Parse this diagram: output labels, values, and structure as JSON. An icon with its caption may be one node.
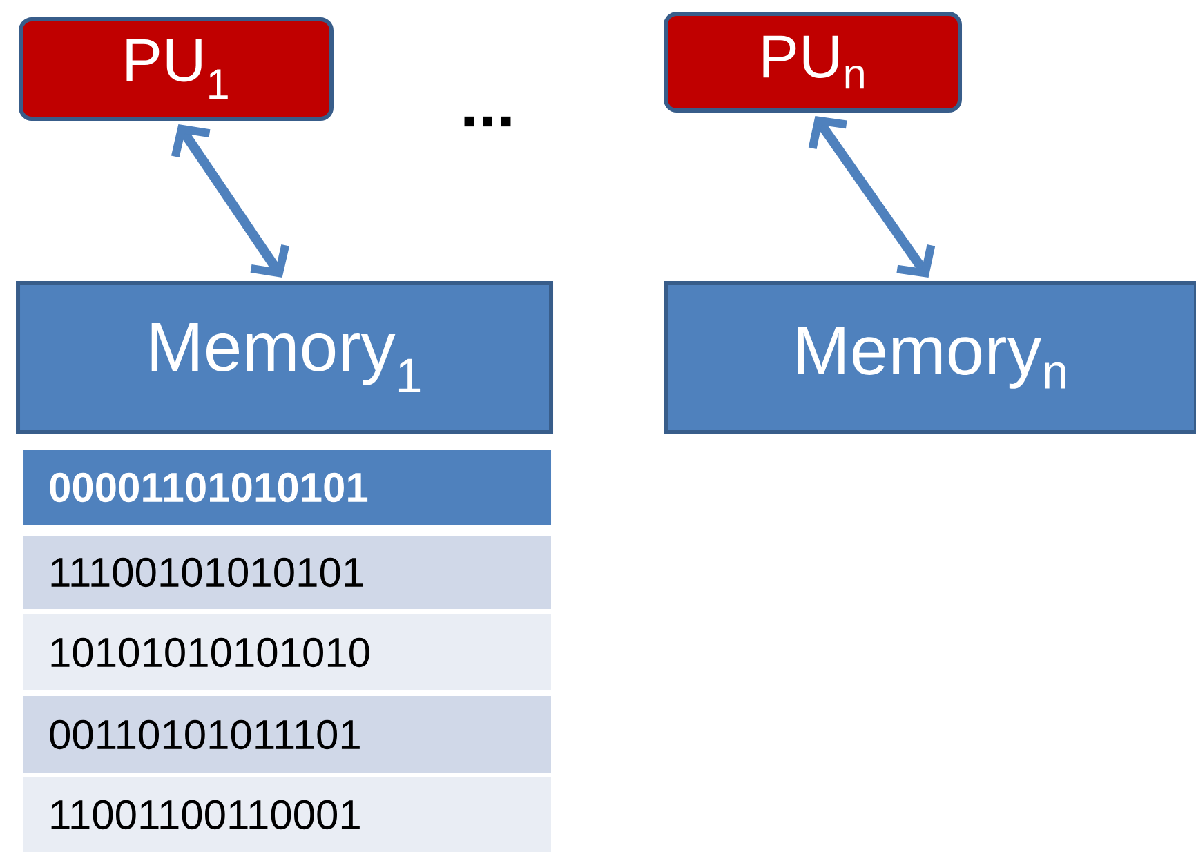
{
  "diagram": {
    "nodes": [
      {
        "text": [
          "PU$_{1}$"
        ]
      },
      {
        "text": [
          "PU$_{n}$"
        ]
      },
      {
        "text": [
          "Memory$_{1}$"
        ]
      },
      {
        "text": [
          "Memory$_{n}$"
        ]
      }
    ],
    "edges": [
      {
        "from": 0,
        "to": 2,
        "arrow": "both"
      },
      {
        "from": 1,
        "to": 3,
        "arrow": "both"
      }
    ],
    "labels": [
      "...",
      "00001101010101",
      "11100101010101",
      "10101010101010",
      "00110101011101",
      "11001100110001"
    ]
  }
}
